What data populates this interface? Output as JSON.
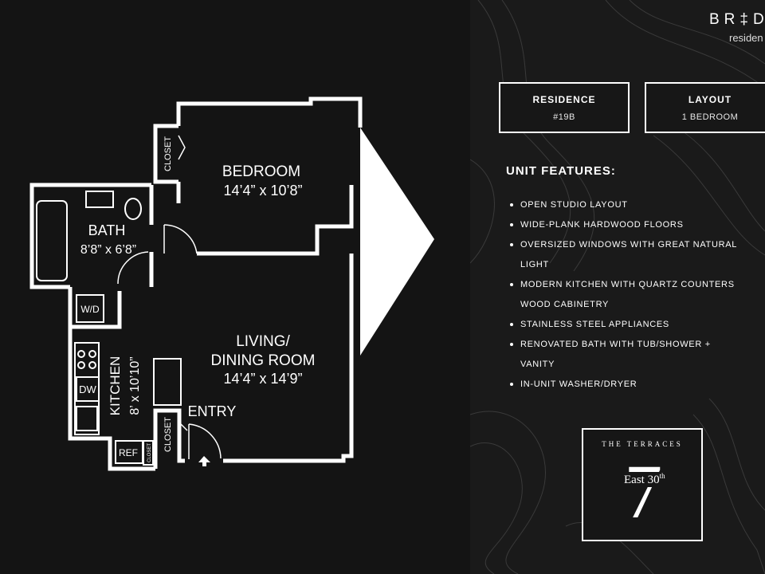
{
  "brand": {
    "name_partial": "BR‡D",
    "subtitle_partial": "residen"
  },
  "residence": {
    "title": "RESIDENCE",
    "value": "#19B"
  },
  "layout": {
    "title": "LAYOUT",
    "value": "1 BEDROOM"
  },
  "features": {
    "heading": "UNIT FEATURES:",
    "items": [
      "Open studio layout",
      "Wide-plank hardwood floors",
      "Oversized windows with great natural",
      "light",
      "Modern kitchen with quartz counters",
      "wood cabinetry",
      "Stainless steel appliances",
      "Renovated bath with tub/shower +",
      "vanity",
      "In-unit washer/dryer"
    ]
  },
  "floorplan": {
    "bedroom": {
      "name": "BEDROOM",
      "dims": "14’4” x 10’8”"
    },
    "living": {
      "name_line1": "LIVING/",
      "name_line2": "DINING ROOM",
      "dims": "14’4” x 14’9”"
    },
    "bath": {
      "name": "BATH",
      "dims": "8’8” x 6’8”"
    },
    "kitchen": {
      "name": "KITCHEN",
      "dims": "8’ x 10’10”"
    },
    "closet_bedroom": "CLOSET",
    "closet_entry": "CLOSET",
    "closet_small": "CLOSET",
    "wd": "W/D",
    "dw": "DW",
    "ref": "REF",
    "entry": "ENTRY"
  },
  "logo": {
    "top": "THE TERRACES",
    "number": "7",
    "street": "East 30",
    "suffix": "th"
  },
  "colors": {
    "background": "#141414",
    "panel": "#1a1a1a",
    "wall": "#ffffff",
    "text": "#ffffff"
  }
}
